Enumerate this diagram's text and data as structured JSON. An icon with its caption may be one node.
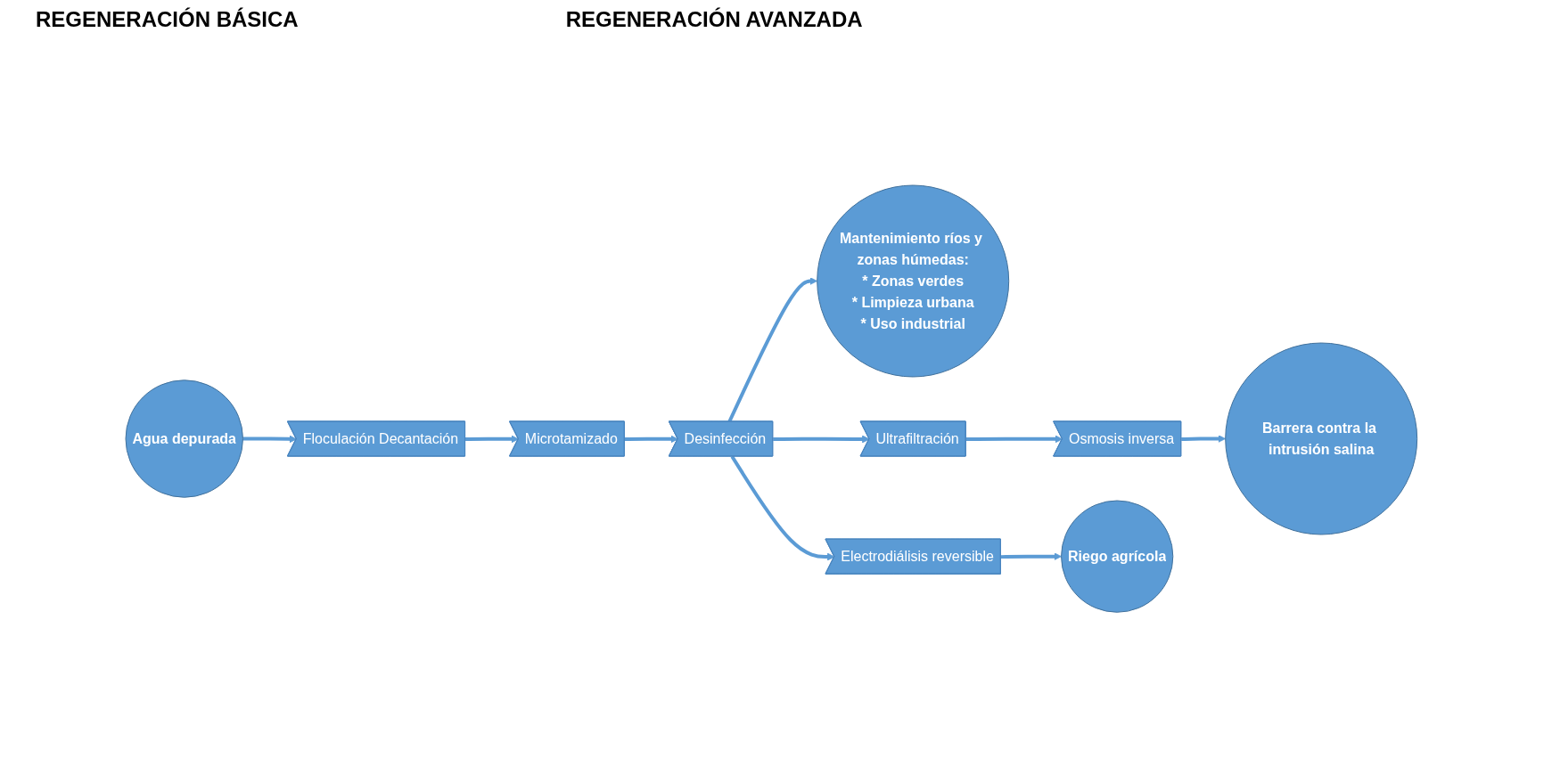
{
  "diagram": {
    "nodes": [
      {
        "text": [
          "Agua depurada"
        ]
      },
      {
        "text": [
          "Floculación Decantación"
        ]
      },
      {
        "text": [
          "Microtamizado"
        ]
      },
      {
        "text": [
          "Desinfección"
        ]
      },
      {
        "text": [
          "Mantenimiento ríos y zonas húmedas:",
          "* Zonas verdes",
          "* Limpieza urbana",
          "* Uso industrial"
        ]
      },
      {
        "text": [
          "Ultrafiltración"
        ]
      },
      {
        "text": [
          "Osmosis inversa"
        ]
      },
      {
        "text": [
          "Barrera contra la intrusión salina"
        ]
      },
      {
        "text": [
          "Electrodiálisis reversible"
        ]
      },
      {
        "text": [
          "Riego agrícola"
        ]
      }
    ],
    "edges": [
      {
        "from": 0,
        "to": 1,
        "arrow": "to"
      },
      {
        "from": 1,
        "to": 2,
        "arrow": "to"
      },
      {
        "from": 2,
        "to": 3,
        "arrow": "to"
      },
      {
        "from": 3,
        "to": 4,
        "arrow": "to"
      },
      {
        "from": 3,
        "to": 5,
        "arrow": "to"
      },
      {
        "from": 3,
        "to": 8,
        "arrow": "to"
      },
      {
        "from": 5,
        "to": 6,
        "arrow": "to"
      },
      {
        "from": 6,
        "to": 7,
        "arrow": "to"
      },
      {
        "from": 8,
        "to": 9,
        "arrow": "to"
      }
    ],
    "labels": [
      "REGENERACIÓN BÁSICA",
      "REGENERACIÓN AVANZADA"
    ]
  }
}
